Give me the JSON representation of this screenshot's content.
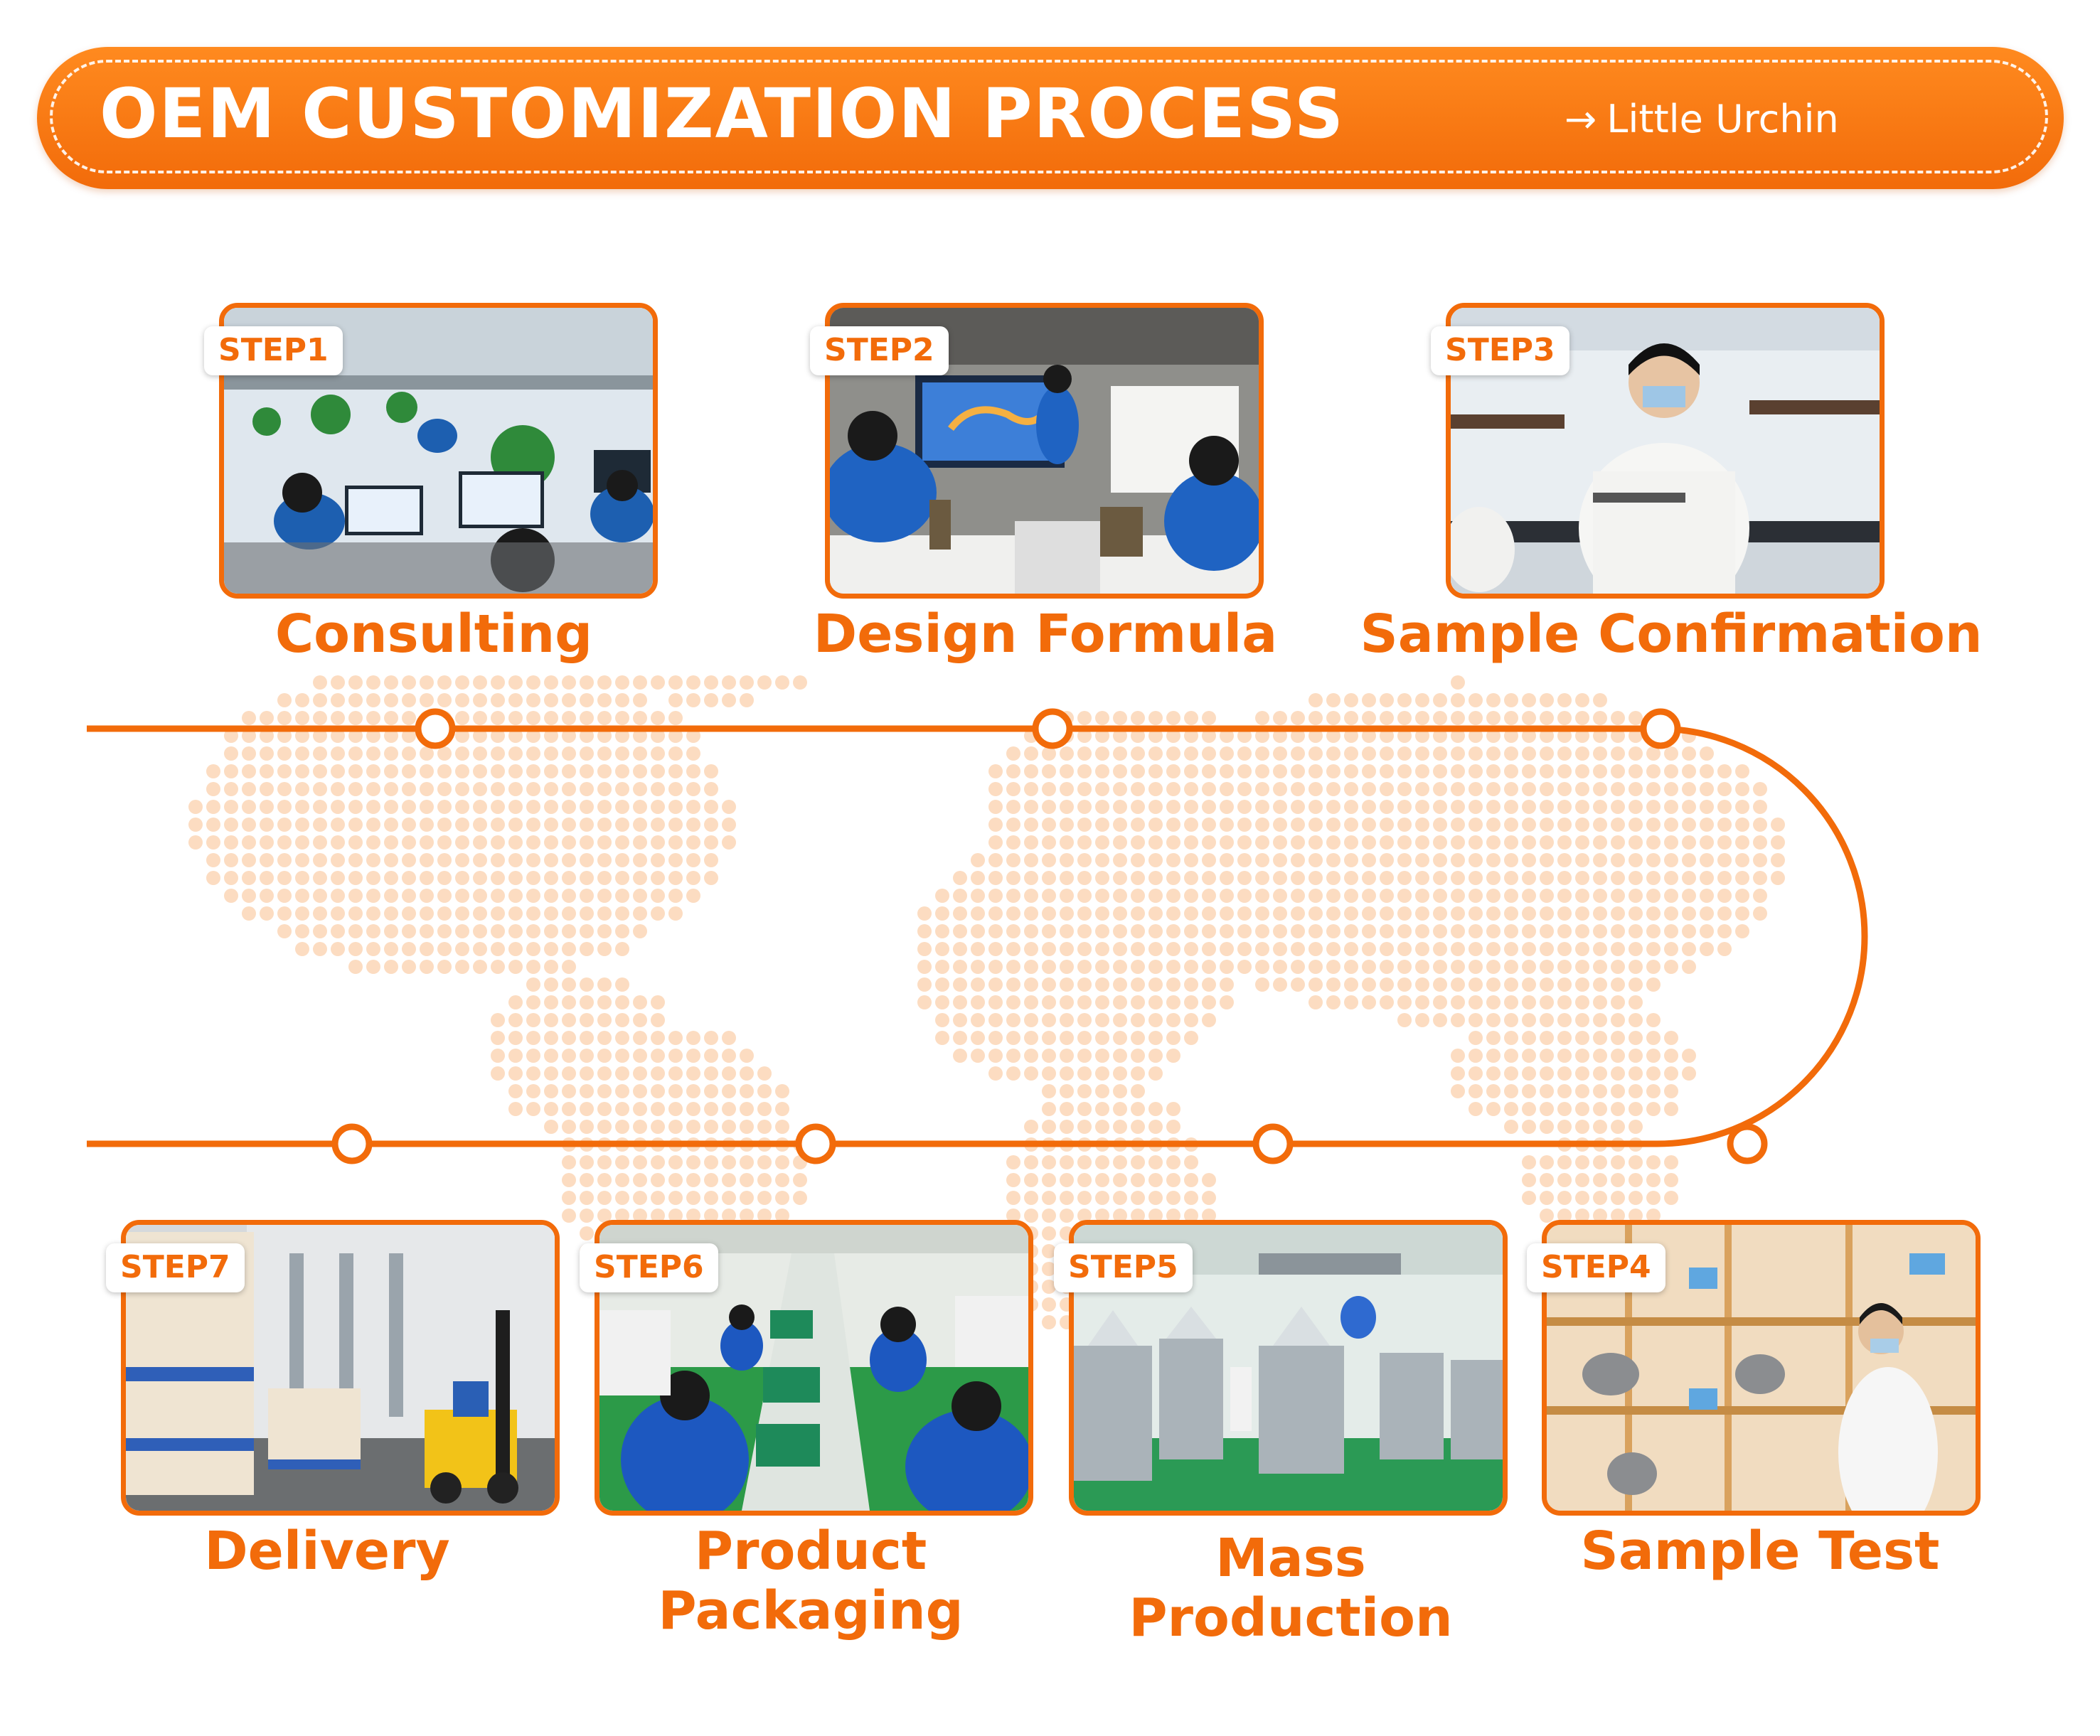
{
  "header": {
    "title": "OEM CUSTOMIZATION PROCESS",
    "brand": "Little Urchin",
    "brand_arrow": "→"
  },
  "colors": {
    "accent": "#f26b0a",
    "map_dots": "#fcdcc1"
  },
  "steps": [
    {
      "badge": "STEP1",
      "label": "Consulting",
      "scene": "office workstations"
    },
    {
      "badge": "STEP2",
      "label": "Design Formula",
      "scene": "meeting room presentation"
    },
    {
      "badge": "STEP3",
      "label": "Sample Confirmation",
      "scene": "laboratory"
    },
    {
      "badge": "STEP4",
      "label": "Sample Test",
      "scene": "pet test cabins"
    },
    {
      "badge": "STEP5",
      "label": "Mass Production",
      "label_lines": [
        "Mass",
        "Production"
      ],
      "scene": "production line machinery"
    },
    {
      "badge": "STEP6",
      "label": "Product Packaging",
      "label_lines": [
        "Product",
        "Packaging"
      ],
      "scene": "packaging line workers"
    },
    {
      "badge": "STEP7",
      "label": "Delivery",
      "scene": "warehouse forklift"
    }
  ]
}
